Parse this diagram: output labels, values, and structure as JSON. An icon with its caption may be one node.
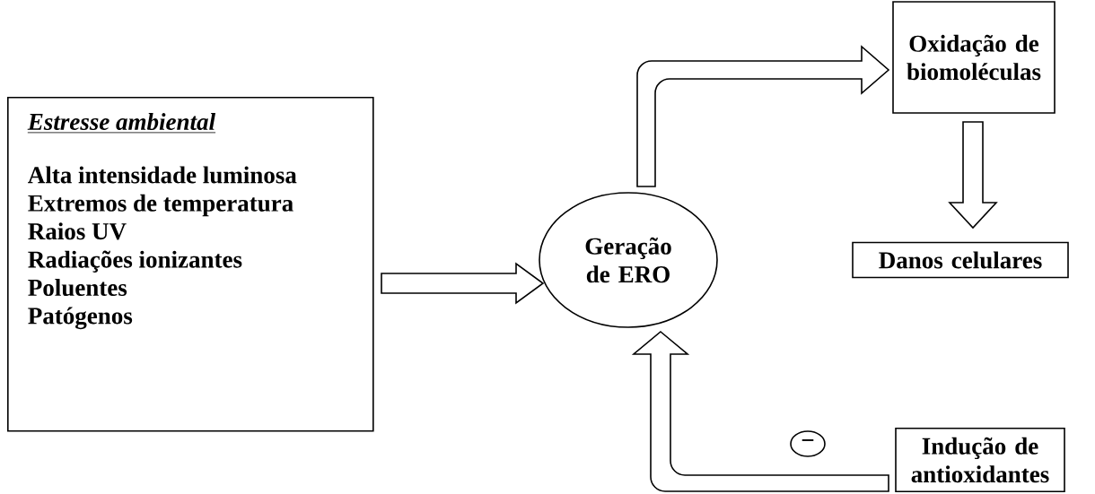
{
  "diagram": {
    "nodes": [
      {
        "text": [
          "Estresse ambiental",
          "Alta intensidade luminosa",
          "Extremos de temperatura",
          "Raios UV",
          "Radiações ionizantes",
          "Poluentes",
          "Patógenos"
        ]
      },
      {
        "text": [
          "Geração de ERO"
        ]
      },
      {
        "text": [
          "Oxidação de biomoléculas"
        ]
      },
      {
        "text": [
          "Danos celulares"
        ]
      },
      {
        "text": [
          "Indução de antioxidantes"
        ]
      },
      {
        "text": [
          "−"
        ]
      }
    ],
    "edges": [
      {
        "from": 0,
        "to": 1,
        "arrow": "to"
      },
      {
        "from": 1,
        "to": 2,
        "arrow": "to"
      },
      {
        "from": 2,
        "to": 3,
        "arrow": "to"
      },
      {
        "from": 4,
        "to": 1,
        "arrow": "to"
      }
    ]
  }
}
